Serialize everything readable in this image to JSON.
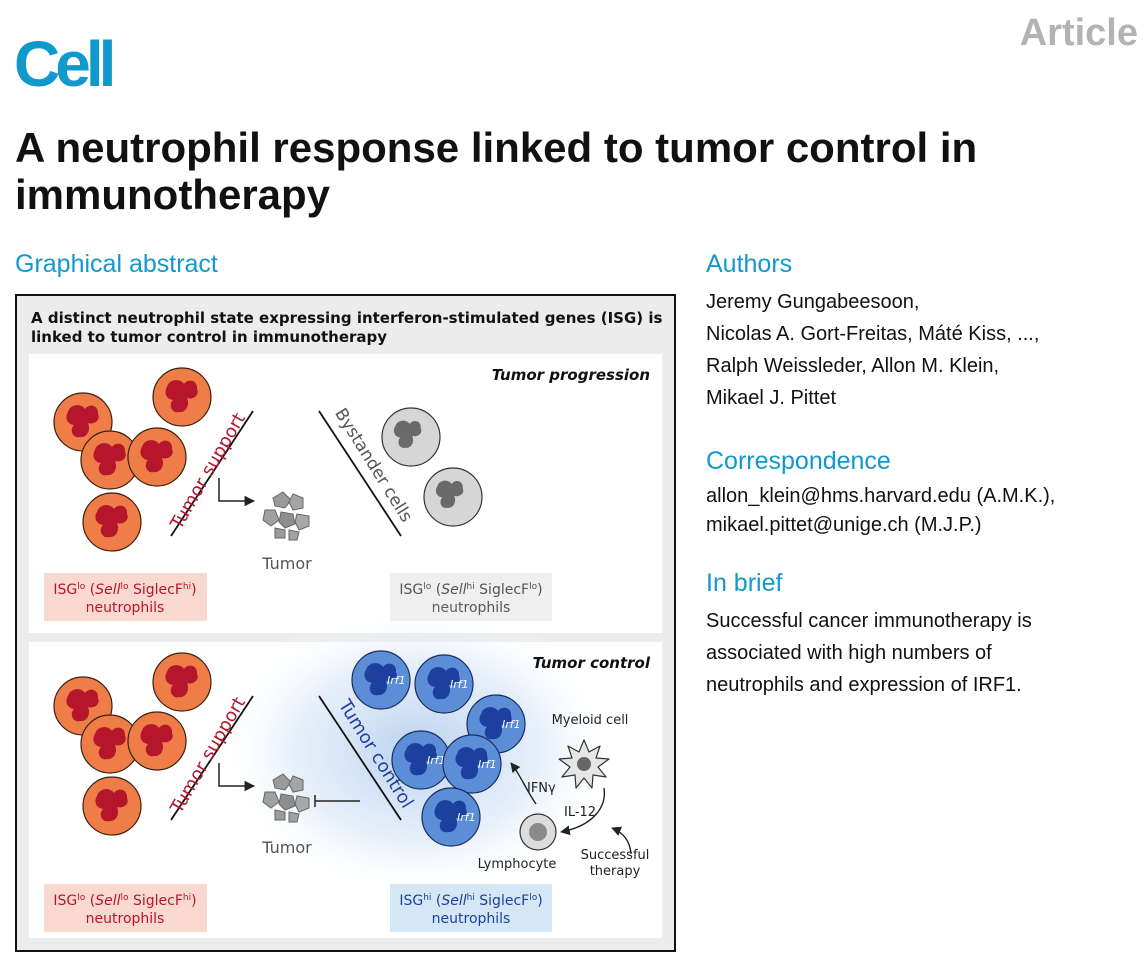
{
  "header": {
    "journal": "Cell",
    "article_type": "Article",
    "title": "A neutrophil response linked to tumor control in immunotherapy"
  },
  "sections": {
    "graphical_abstract": "Graphical abstract",
    "authors": "Authors",
    "correspondence": "Correspondence",
    "in_brief": "In brief"
  },
  "authors": [
    "Jeremy Gungabeesoon,",
    "Nicolas A. Gort-Freitas, Máté Kiss, ...,",
    "Ralph Weissleder, Allon M. Klein,",
    "Mikael J. Pittet"
  ],
  "correspondence": [
    "allon_klein@hms.harvard.edu (A.M.K.),",
    "mikael.pittet@unige.ch (M.J.P.)"
  ],
  "in_brief": [
    "Successful cancer immunotherapy is",
    "associated with high numbers of",
    "neutrophils and expression of IRF1."
  ],
  "abstract": {
    "title_lines": [
      "A distinct neutrophil state expressing interferon-stimulated genes (ISG) is",
      "linked to tumor control in immunotherapy"
    ],
    "top_panel": {
      "title": "Tumor progression",
      "support_label": "Tumor support",
      "bystander_label": "Bystander cells",
      "tumor_label": "Tumor",
      "left_box": {
        "isg": "ISG",
        "isg_sup": "lo",
        "open": " (",
        "sell": "Sell",
        "sell_sup": "lo",
        "siglec": " SiglecF",
        "siglec_sup": "hi",
        "close": ")",
        "line2": "neutrophils"
      },
      "right_box": {
        "isg": "ISG",
        "isg_sup": "lo",
        "open": " (",
        "sell": "Sell",
        "sell_sup": "hi",
        "siglec": " SiglecF",
        "siglec_sup": "lo",
        "close": ")",
        "line2": "neutrophils"
      }
    },
    "bottom_panel": {
      "title": "Tumor control",
      "support_label": "Tumor support",
      "control_label": "Tumor control",
      "tumor_label": "Tumor",
      "gene_label": "Irf1",
      "myeloid_label": "Myeloid cell",
      "ifn_label": "IFNγ",
      "il12_label": "IL-12",
      "lymphocyte_label": "Lymphocyte",
      "therapy_lines": [
        "Successful",
        "therapy"
      ],
      "left_box": {
        "isg": "ISG",
        "isg_sup": "lo",
        "open": " (",
        "sell": "Sell",
        "sell_sup": "lo",
        "siglec": " SiglecF",
        "siglec_sup": "hi",
        "close": ")",
        "line2": "neutrophils"
      },
      "right_box": {
        "isg": "ISG",
        "isg_sup": "hi",
        "open": " (",
        "sell": "Sell",
        "sell_sup": "hi",
        "siglec": " SiglecF",
        "siglec_sup": "lo",
        "close": ")",
        "line2": "neutrophils"
      }
    }
  },
  "colors": {
    "brand": "#1199cc",
    "article_gray": "#b3b3b3",
    "orange_cell": "#ef7d47",
    "nucleus_red": "#b5162b",
    "blue_cell": "#5b8ed6",
    "nucleus_blue": "#1d3f9e",
    "gray_cell": "#d6d6d6",
    "pink_box": "#f9d9cf",
    "blue_box": "#d5e6f5"
  }
}
